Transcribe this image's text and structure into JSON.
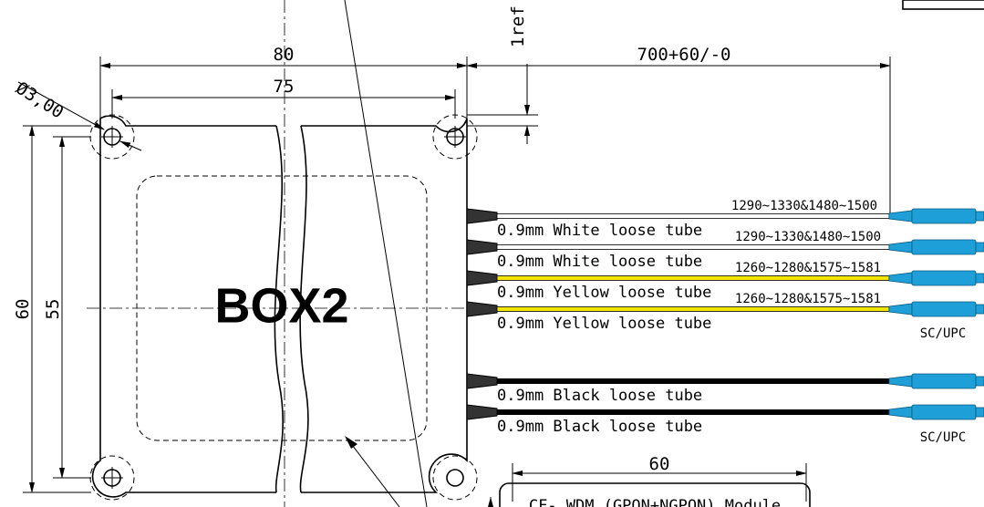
{
  "box_label": "BOX2",
  "dimensions": {
    "width_outer": "80",
    "width_holes": "75",
    "height_outer": "60",
    "height_holes": "55",
    "hole_diameter": "Ø3,00",
    "fiber_length": "700+60/-0",
    "ref": "1ref",
    "label_width": "60"
  },
  "tubes": [
    {
      "label": "0.9mm White loose tube",
      "wavelength": "1290~1330&1480~1500",
      "color": "#ffffff"
    },
    {
      "label": "0.9mm White loose tube",
      "wavelength": "1290~1330&1480~1500",
      "color": "#ffffff"
    },
    {
      "label": "0.9mm Yellow loose tube",
      "wavelength": "1260~1280&1575~1581",
      "color": "#f2e600"
    },
    {
      "label": "0.9mm Yellow loose tube",
      "wavelength": "1260~1280&1575~1581",
      "color": "#f2e600"
    },
    {
      "label": "0.9mm Black loose tube",
      "wavelength": "",
      "color": "#000000"
    },
    {
      "label": "0.9mm Black loose tube",
      "wavelength": "",
      "color": "#000000"
    }
  ],
  "connector_labels": [
    "SC/UPC",
    "SC/UPC"
  ],
  "label_box_text": "CF- WDM (GPON+NGPON) Module",
  "colors": {
    "connector": "#1e9fd8",
    "line": "#000000"
  }
}
